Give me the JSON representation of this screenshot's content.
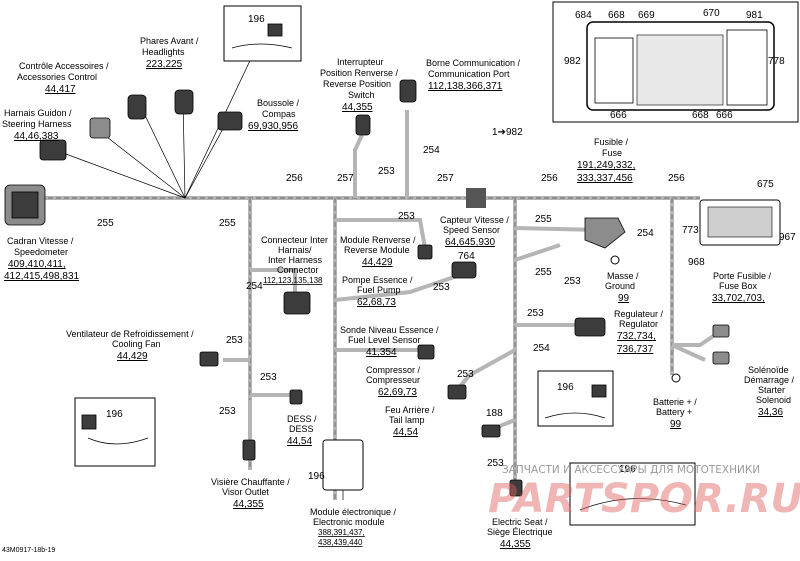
{
  "diagram": {
    "footer_code": "43M0917-18b-19",
    "watermark": {
      "line": "ЗАПЧАСТИ И АКСЕССУАРЫ ДЛЯ МОТОТЕХНИКИ",
      "brand": "PARTSPOR.RU"
    },
    "refs": {
      "r196a": "196",
      "r196b": "196",
      "r196c": "196",
      "r196d": "196",
      "r255a": "255",
      "r255b": "255",
      "r255c": "255",
      "r255d": "255",
      "r256a": "256",
      "r256b": "256",
      "r256c": "256",
      "r257a": "257",
      "r257b": "257",
      "r254a": "254",
      "r254b": "254",
      "r254c": "254",
      "r254d": "254",
      "r253a": "253",
      "r253b": "253",
      "r253c": "253",
      "r253d": "253",
      "r253e": "253",
      "r253f": "253",
      "r253g": "253",
      "r253h": "253",
      "r253i": "253",
      "r253j": "253",
      "r764": "764",
      "r188": "188",
      "r675": "675",
      "r773": "773",
      "r968": "968",
      "r967": "967",
      "r982arrow": "1➔982",
      "fb684": "684",
      "fb668a": "668",
      "fb669": "669",
      "fb670": "670",
      "fb981": "981",
      "fb982": "982",
      "fb778": "778",
      "fb666a": "666",
      "fb668b": "668",
      "fb666b": "666"
    },
    "labels": {
      "phares": [
        "Phares Avant /",
        "Headlights",
        "223,225"
      ],
      "controle": [
        "Contrôle Accessoires /",
        "Accessories Control",
        "44,417"
      ],
      "harnais_guidon": [
        "Harnais Guidon /",
        "Steering Harness",
        "44,46,383"
      ],
      "boussole": [
        "Boussole /",
        "Compas",
        "69,930,956"
      ],
      "interrupteur": [
        "Interrupteur",
        "Position Renverse /",
        "Reverse Position",
        "Switch",
        "44,355"
      ],
      "borne": [
        "Borne Communication /",
        "Communication Port",
        "112,138,366,371"
      ],
      "fusible": [
        "Fusible /",
        "Fuse",
        "191,249,332,",
        "333,337,456"
      ],
      "cadran": [
        "Cadran Vitesse /",
        "Speedometer",
        "409,410,411,",
        "412,415,498,831"
      ],
      "connecteur": [
        "Connecteur Inter",
        "Harnais/",
        "Inter Harness",
        "Connector",
        "112,123,135,138"
      ],
      "module_renverse": [
        "Module Renverse /",
        "Reverse Module",
        "44,429"
      ],
      "capteur": [
        "Capteur Vitesse /",
        "Speed Sensor",
        "64,645,930"
      ],
      "pompe": [
        "Pompe Essence /",
        "Fuel Pump",
        "62,68,73"
      ],
      "masse": [
        "Masse /",
        "Ground",
        "99"
      ],
      "porte_fusible": [
        "Porte Fusible /",
        "Fuse Box",
        "33,702,703,"
      ],
      "ventilateur": [
        "Ventilateur de Refroidissement /",
        "Cooling Fan",
        "44,429"
      ],
      "sonde": [
        "Sonde Niveau Essence /",
        "Fuel Level Sensor",
        "41,354"
      ],
      "regulateur": [
        "Regulateur /",
        "Regulator",
        "732,734,",
        "736,737"
      ],
      "compresseur": [
        "Compressor /",
        "Compresseur",
        "62,69,73"
      ],
      "solenoide": [
        "Solénoïde",
        "Démarrage /",
        "Starter",
        "Solenoid",
        "34,36"
      ],
      "dess": [
        "DESS /",
        "DESS",
        "44,54"
      ],
      "feu": [
        "Feu Arrière /",
        "Tail lamp",
        "44,54"
      ],
      "batterie": [
        "Batterie + /",
        "Battery +",
        "99"
      ],
      "visiere": [
        "Visière Chauffante /",
        "Visor Outlet",
        "44,355"
      ],
      "module_elec": [
        "Module électronique /",
        "Electronic module",
        "388,391,437,",
        "438,439,440"
      ],
      "seat": [
        "Electric Seat /",
        "Siège Électrique",
        "44,355"
      ]
    }
  }
}
